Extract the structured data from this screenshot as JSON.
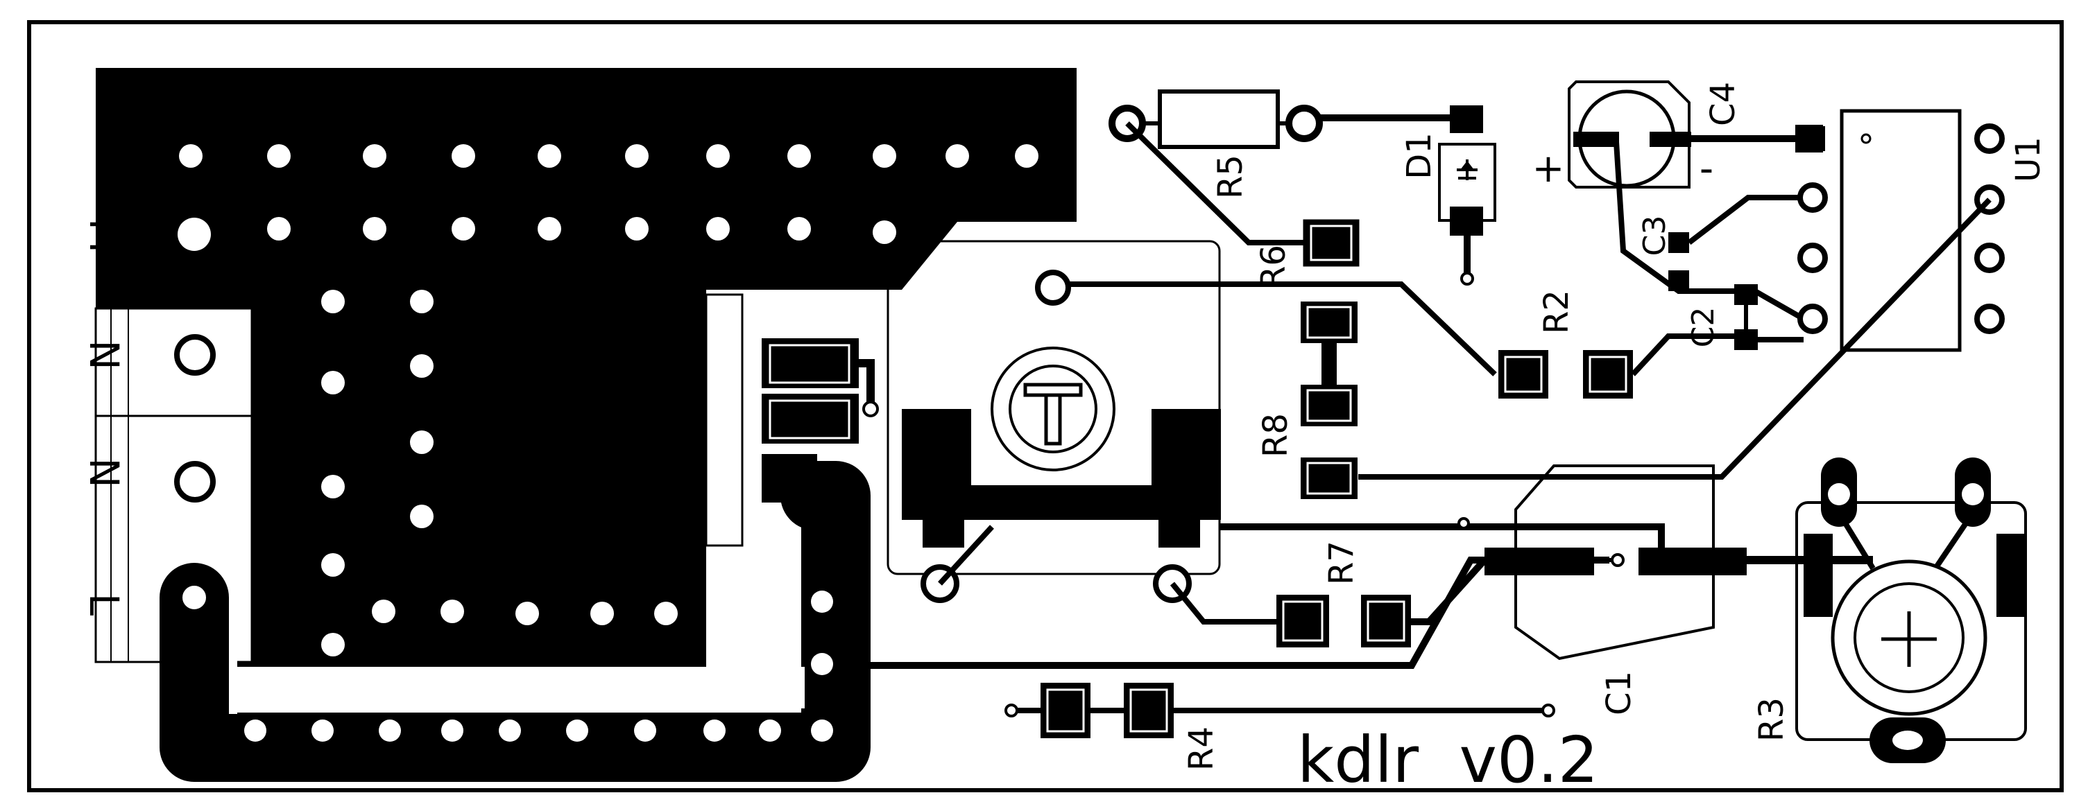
{
  "board": {
    "title": "kdlr  v0.2",
    "colors": {
      "copper": "#000000",
      "background": "#ffffff",
      "silkscreen": "#000000"
    }
  },
  "labels": {
    "terminal_m": "M",
    "terminal_n1": "N",
    "terminal_n2": "N",
    "terminal_l": "L",
    "d1": "D1",
    "r5": "R5",
    "r6": "R6",
    "r2": "R2",
    "r8": "R8",
    "r7": "R7",
    "r4": "R4",
    "r3": "R3",
    "c1": "C1",
    "c2": "C2",
    "c3": "C3",
    "c4": "C4",
    "u1": "U1",
    "plus": "+",
    "minus": "-"
  }
}
